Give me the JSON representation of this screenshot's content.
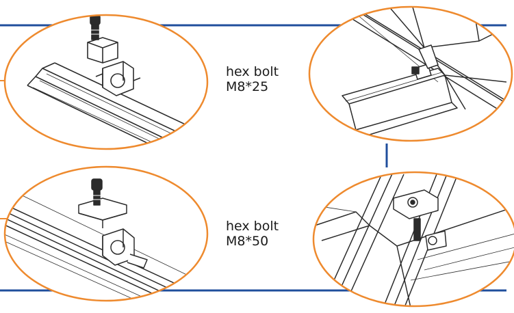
{
  "colors": {
    "frame_line": "#1f4e9c",
    "circle_stroke": "#ee8a2e",
    "drawing_ink": "#2b2b2b",
    "background": "#ffffff"
  },
  "labels": [
    {
      "line1": "hex bolt",
      "line2": "M8*25"
    },
    {
      "line1": "hex bolt",
      "line2": "M8*50"
    }
  ],
  "panels": [
    {
      "name": "clamp-detail-top-left",
      "content": "end clamp with hex bolt on rail"
    },
    {
      "name": "clamp-detail-top-right",
      "content": "end clamp fixing panel edge to rail"
    },
    {
      "name": "clamp-detail-bottom-left",
      "content": "mid clamp with hex bolt on rail"
    },
    {
      "name": "clamp-detail-bottom-right",
      "content": "mid clamp between two panels on rail"
    }
  ]
}
